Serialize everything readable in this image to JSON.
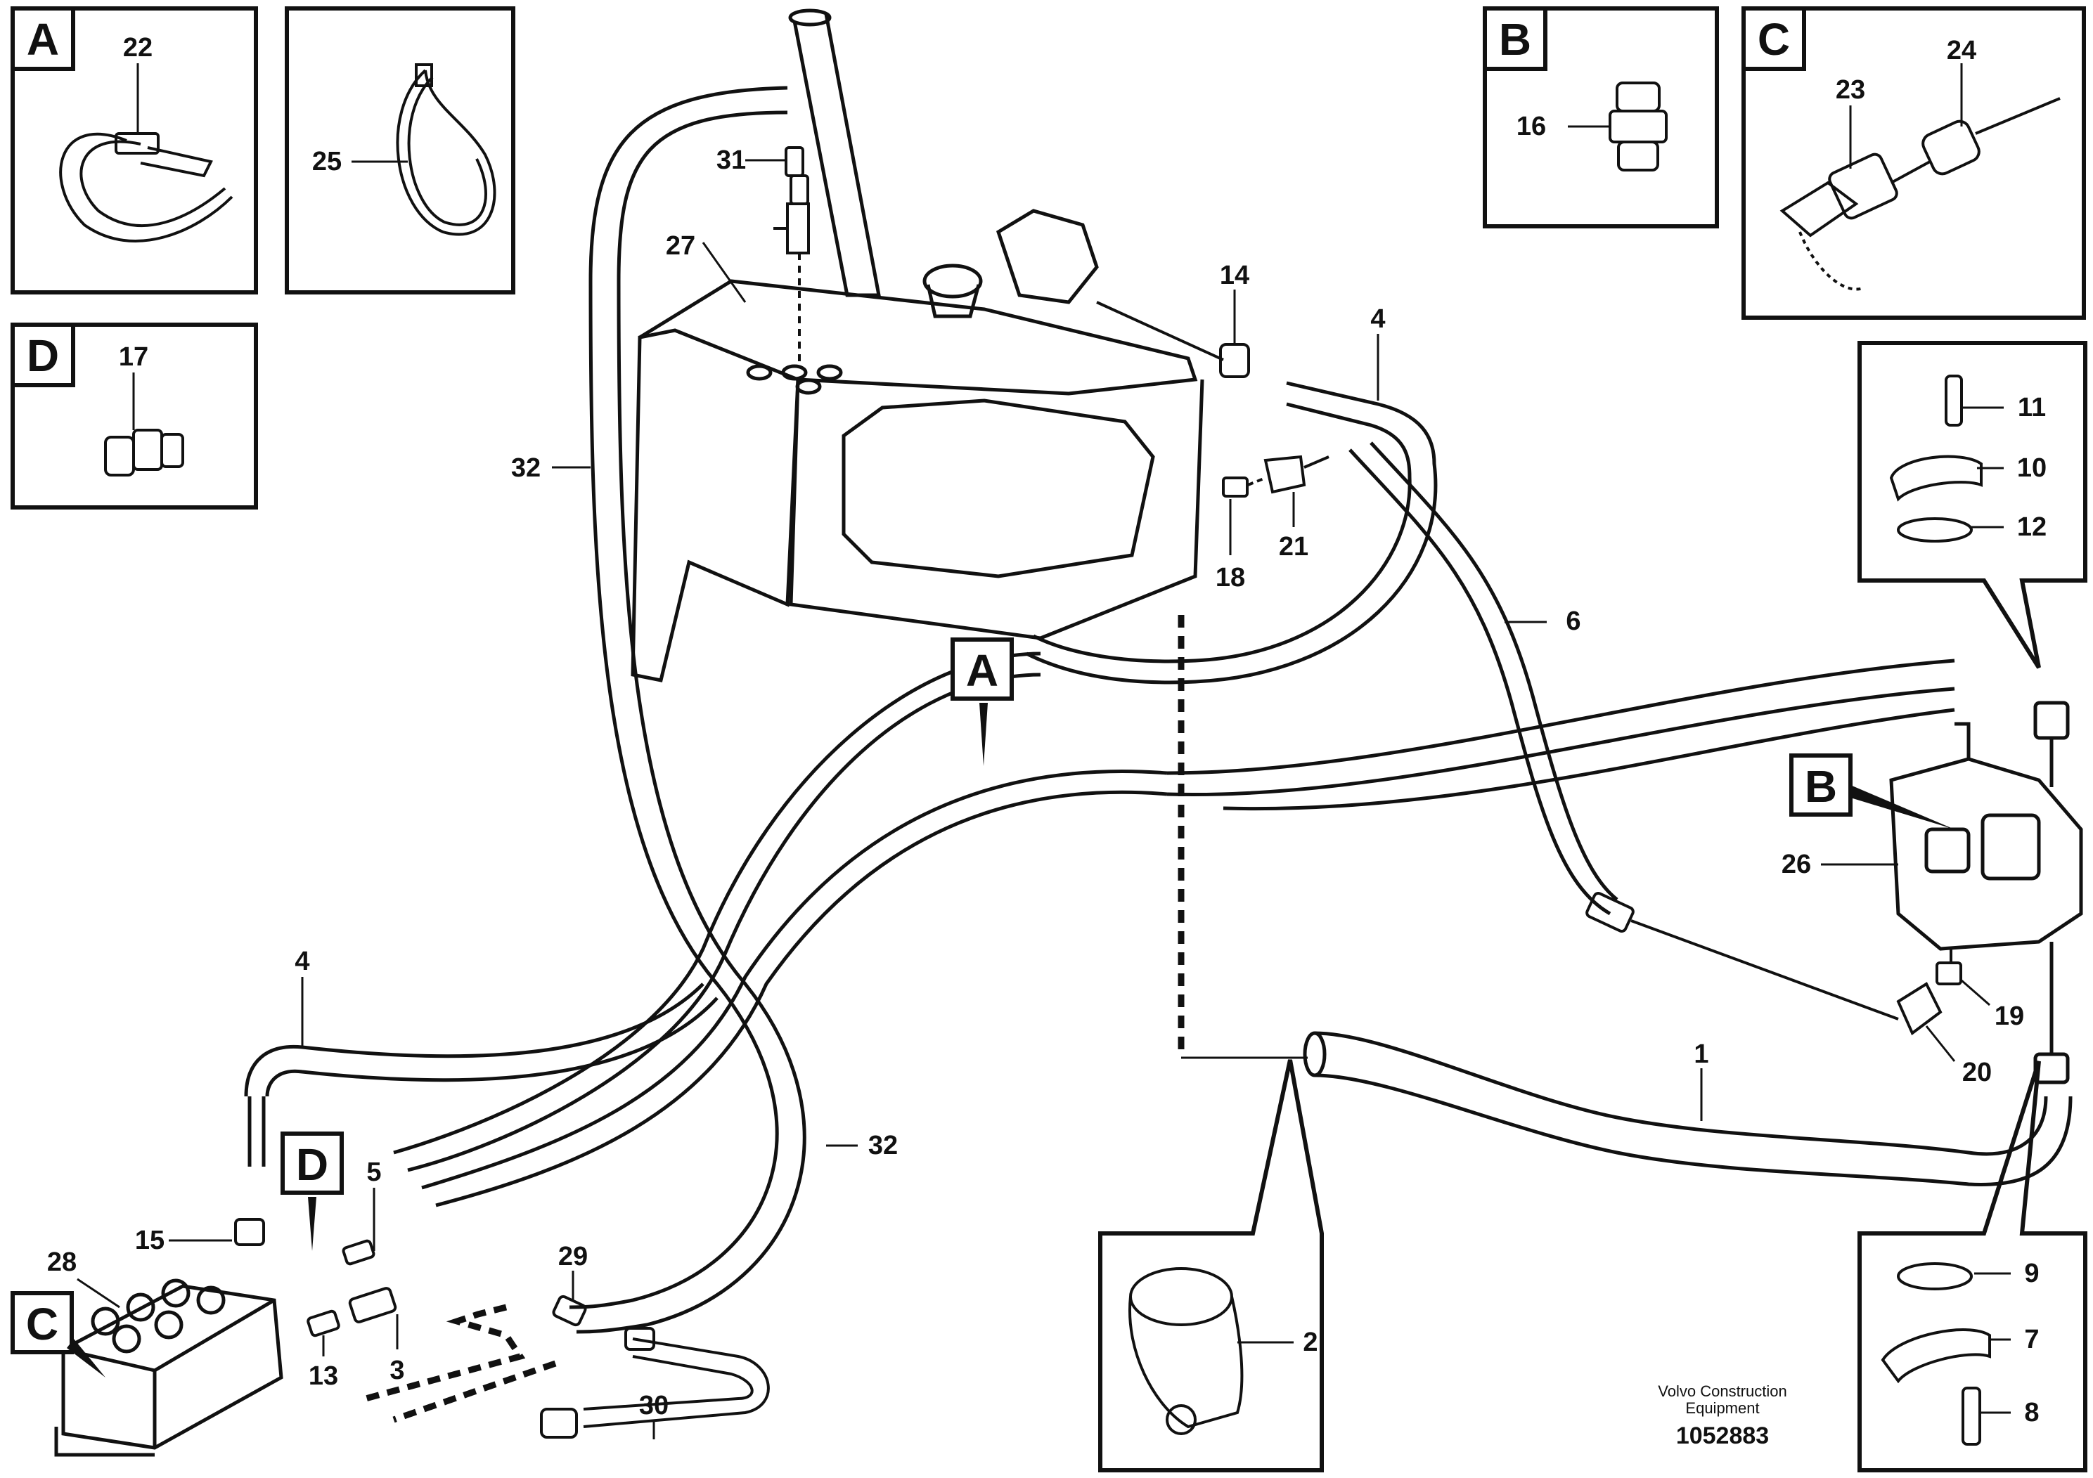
{
  "detail_boxes": {
    "A": "A",
    "B": "B",
    "C": "C",
    "D": "D"
  },
  "callouts": {
    "A": "A",
    "B": "B",
    "C": "C",
    "D": "D"
  },
  "parts": {
    "p1": "1",
    "p2": "2",
    "p3": "3",
    "p4a": "4",
    "p4b": "4",
    "p5": "5",
    "p6": "6",
    "p7": "7",
    "p8": "8",
    "p9": "9",
    "p10": "10",
    "p11": "11",
    "p12": "12",
    "p13": "13",
    "p14": "14",
    "p15": "15",
    "p16": "16",
    "p17": "17",
    "p18": "18",
    "p19": "19",
    "p20": "20",
    "p21": "21",
    "p22": "22",
    "p23": "23",
    "p24": "24",
    "p25": "25",
    "p26": "26",
    "p27": "27",
    "p28": "28",
    "p29": "29",
    "p30": "30",
    "p31": "31",
    "p32a": "32",
    "p32b": "32"
  },
  "footer": {
    "brand_line1": "Volvo Construction",
    "brand_line2": "Equipment",
    "doc_number": "1052883"
  }
}
